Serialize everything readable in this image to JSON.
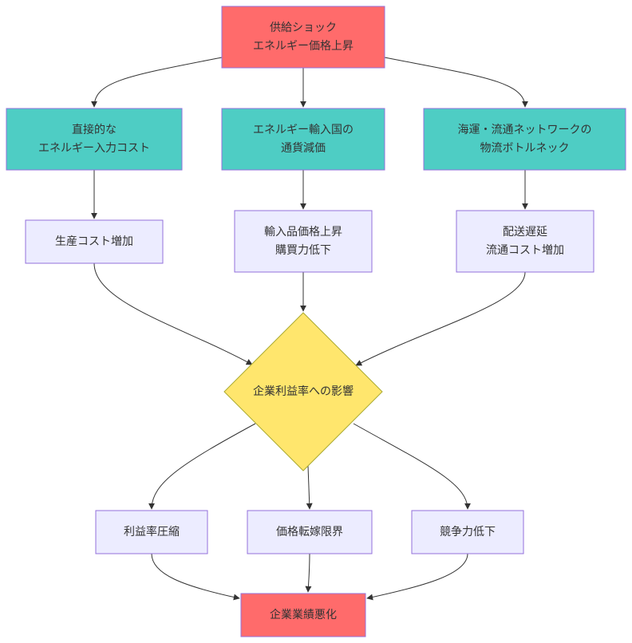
{
  "colors": {
    "red": "#ff6b6b",
    "teal": "#4ecdc4",
    "lavender": "#ececff",
    "yellow": "#ffe66d",
    "border_red": "#9370db",
    "border_lavender": "#9370db",
    "edge": "#333333",
    "text": "#333333"
  },
  "nodes": {
    "supply_shock": {
      "lines": [
        "供給ショック",
        "エネルギー価格上昇"
      ],
      "style": "red"
    },
    "direct_energy_cost": {
      "lines": [
        "直接的な",
        "エネルギー入力コスト"
      ],
      "style": "teal"
    },
    "currency_depreciation": {
      "lines": [
        "エネルギー輸入国の",
        "通貨減価"
      ],
      "style": "teal"
    },
    "logistics_bottleneck": {
      "lines": [
        "海運・流通ネットワークの",
        "物流ボトルネック"
      ],
      "style": "teal"
    },
    "production_cost_rise": {
      "lines": [
        "生産コスト増加"
      ],
      "style": "lavender"
    },
    "import_price_rise": {
      "lines": [
        "輸入品価格上昇",
        "購買力低下"
      ],
      "style": "lavender"
    },
    "delivery_delay": {
      "lines": [
        "配送遅延",
        "流通コスト増加"
      ],
      "style": "lavender"
    },
    "profit_impact": {
      "lines": [
        "企業利益率への影響"
      ],
      "style": "yellow"
    },
    "margin_squeeze": {
      "lines": [
        "利益率圧縮"
      ],
      "style": "lavender"
    },
    "pass_through_limit": {
      "lines": [
        "価格転嫁限界"
      ],
      "style": "lavender"
    },
    "competitiveness_decline": {
      "lines": [
        "競争力低下"
      ],
      "style": "lavender"
    },
    "earnings_deterioration": {
      "lines": [
        "企業業績悪化"
      ],
      "style": "red"
    }
  },
  "edges": [
    [
      "supply_shock",
      "direct_energy_cost"
    ],
    [
      "supply_shock",
      "currency_depreciation"
    ],
    [
      "supply_shock",
      "logistics_bottleneck"
    ],
    [
      "direct_energy_cost",
      "production_cost_rise"
    ],
    [
      "currency_depreciation",
      "import_price_rise"
    ],
    [
      "logistics_bottleneck",
      "delivery_delay"
    ],
    [
      "production_cost_rise",
      "profit_impact"
    ],
    [
      "import_price_rise",
      "profit_impact"
    ],
    [
      "delivery_delay",
      "profit_impact"
    ],
    [
      "profit_impact",
      "margin_squeeze"
    ],
    [
      "profit_impact",
      "pass_through_limit"
    ],
    [
      "profit_impact",
      "competitiveness_decline"
    ],
    [
      "margin_squeeze",
      "earnings_deterioration"
    ],
    [
      "pass_through_limit",
      "earnings_deterioration"
    ],
    [
      "competitiveness_decline",
      "earnings_deterioration"
    ]
  ]
}
